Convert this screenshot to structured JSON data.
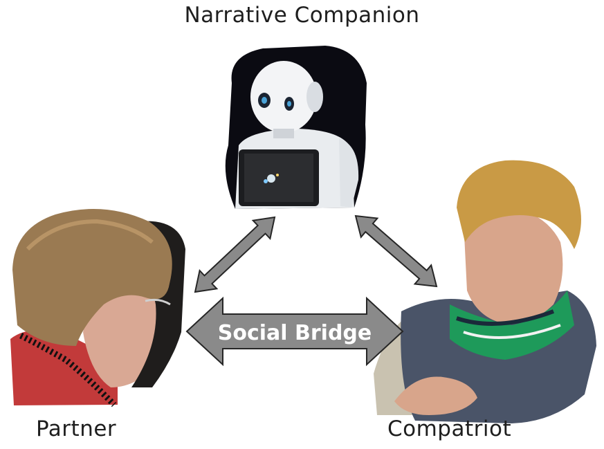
{
  "title": "Narrative Companion",
  "left_person_label": "Partner",
  "right_person_label": "Compatriot",
  "bridge_label": "Social Bridge",
  "colors": {
    "arrow_fill": "#8a8a8a",
    "arrow_stroke": "#262626",
    "bridge_text": "#ffffff",
    "label_text": "#1e1e1e",
    "robot_background": "#0a0a0f",
    "robot_body": "#eef0f2",
    "tablet_screen": "#2c2d30",
    "partner_hair": "#9a7a52",
    "partner_shirt": "#c23a3a",
    "compatriot_hair": "#c99a45",
    "compatriot_jacket": "#4a5468",
    "scarf_green": "#1e9a5a"
  },
  "icons": [
    "robot-photo",
    "partner-photo",
    "compatriot-photo"
  ]
}
